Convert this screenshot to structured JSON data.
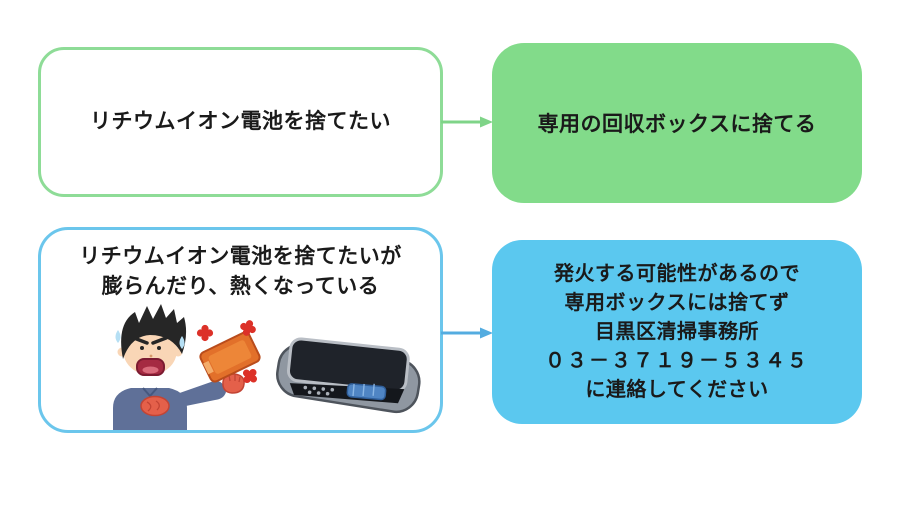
{
  "diagram": {
    "description": "lithium-ion battery disposal flowchart",
    "case1": {
      "text": "リチウムイオン電池を捨てたい"
    },
    "action1": {
      "text": "専用の回収ボックスに捨てる"
    },
    "case2": {
      "line1": "リチウムイオン電池を捨てたいが",
      "line2": "膨らんだり、熱くなっている"
    },
    "action2": {
      "line1": "発火する可能性があるので",
      "line2": "専用ボックスには捨てず",
      "line3": "目黒区清掃事務所",
      "line4": "０３－３７１９－５３４５",
      "line5": "に連絡してください"
    },
    "icons": {
      "panicked_person": "panicked-person-illustration",
      "hot_battery": "hot-swollen-battery-with-sparks",
      "swollen_phone": "swollen-phone-device"
    },
    "colors": {
      "green_fill": "#82db8a",
      "green_border": "#8edc97",
      "green_arrow": "#7fd488",
      "blue_fill": "#5bc8ef",
      "blue_border": "#6bc6ec",
      "blue_arrow": "#54ace0",
      "text": "#1a1a1a"
    }
  }
}
